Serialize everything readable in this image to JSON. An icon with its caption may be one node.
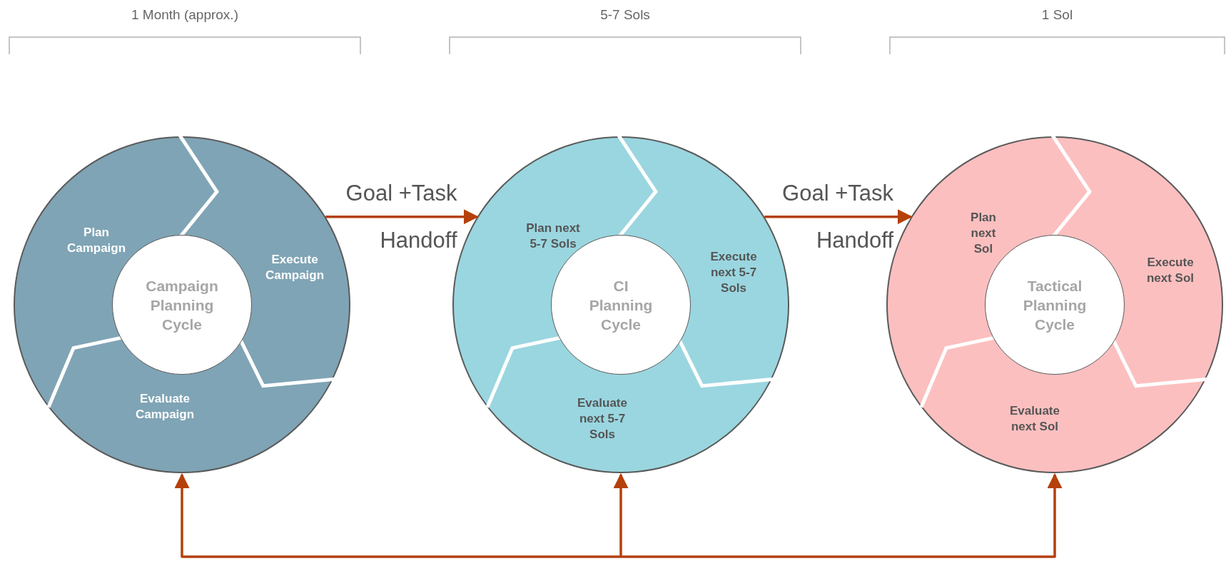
{
  "diagram": {
    "nodes": [
      {
        "text": [],
        "shape": "circle"
      },
      {
        "text": [
          "Plan Campaign"
        ],
        "in": 0
      },
      {
        "text": [
          "Execute Campaign"
        ],
        "in": 0
      },
      {
        "text": [
          "Evaluate Campaign"
        ],
        "in": 0
      },
      {
        "text": [
          "Campaign Planning Cycle"
        ],
        "in": 0
      },
      {
        "text": [],
        "shape": "circle"
      },
      {
        "text": [
          "Plan next 5-7 Sols"
        ],
        "in": 5
      },
      {
        "text": [
          "Execute next 5-7 Sols"
        ],
        "in": 5
      },
      {
        "text": [
          "Evaluate next 5-7 Sols"
        ],
        "in": 5
      },
      {
        "text": [
          "CI Planning Cycle"
        ],
        "in": 5
      },
      {
        "text": [],
        "shape": "circle"
      },
      {
        "text": [
          "Plan next Sol"
        ],
        "in": 10
      },
      {
        "text": [
          "Execute next Sol"
        ],
        "in": 10
      },
      {
        "text": [
          "Evaluate next Sol"
        ],
        "in": 10
      },
      {
        "text": [
          "Tactical Planning Cycle"
        ],
        "in": 10
      }
    ],
    "edges": [
      {
        "from": 0,
        "to": 5,
        "arrow": "to",
        "label": "Goal +Task Handoff"
      },
      {
        "from": 5,
        "to": 10,
        "arrow": "to",
        "label": "Goal +Task Handoff"
      },
      {
        "from": null,
        "to": 0,
        "arrow": "to"
      },
      {
        "from": null,
        "to": 5,
        "arrow": "to"
      },
      {
        "from": null,
        "to": 10,
        "arrow": "to"
      }
    ],
    "labels": [
      "1 Month (approx.)",
      "5-7 Sols",
      "1 Sol"
    ]
  }
}
